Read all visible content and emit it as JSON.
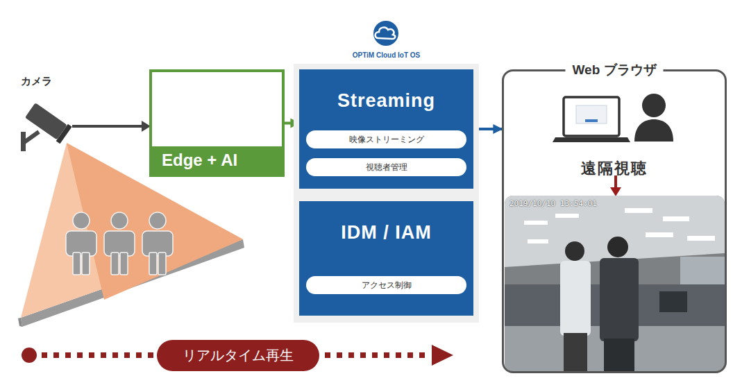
{
  "diagram": {
    "nodes": [
      {
        "text": [
          "Edge + AI"
        ]
      },
      {
        "text": [
          "OPTiM Cloud IoT OS"
        ]
      },
      {
        "text": [
          "Streaming"
        ],
        "in": 1
      },
      {
        "text": [
          "映像ストリーミング"
        ],
        "in": 2
      },
      {
        "text": [
          "視聴者管理"
        ],
        "in": 2
      },
      {
        "text": [
          "IDM / IAM"
        ],
        "in": 1
      },
      {
        "text": [
          "アクセス制御"
        ],
        "in": 5
      },
      {
        "text": [
          "Web ブラウザ",
          "遠隔視聴"
        ]
      },
      {
        "text": [
          "リアルタイム再生"
        ]
      }
    ],
    "edges": [
      {
        "from": 0,
        "to": 2,
        "arrow": "to"
      },
      {
        "from": 2,
        "to": 7,
        "arrow": "to"
      }
    ],
    "labels": [
      "カメラ",
      "2019/10/10 13:54:01"
    ]
  }
}
